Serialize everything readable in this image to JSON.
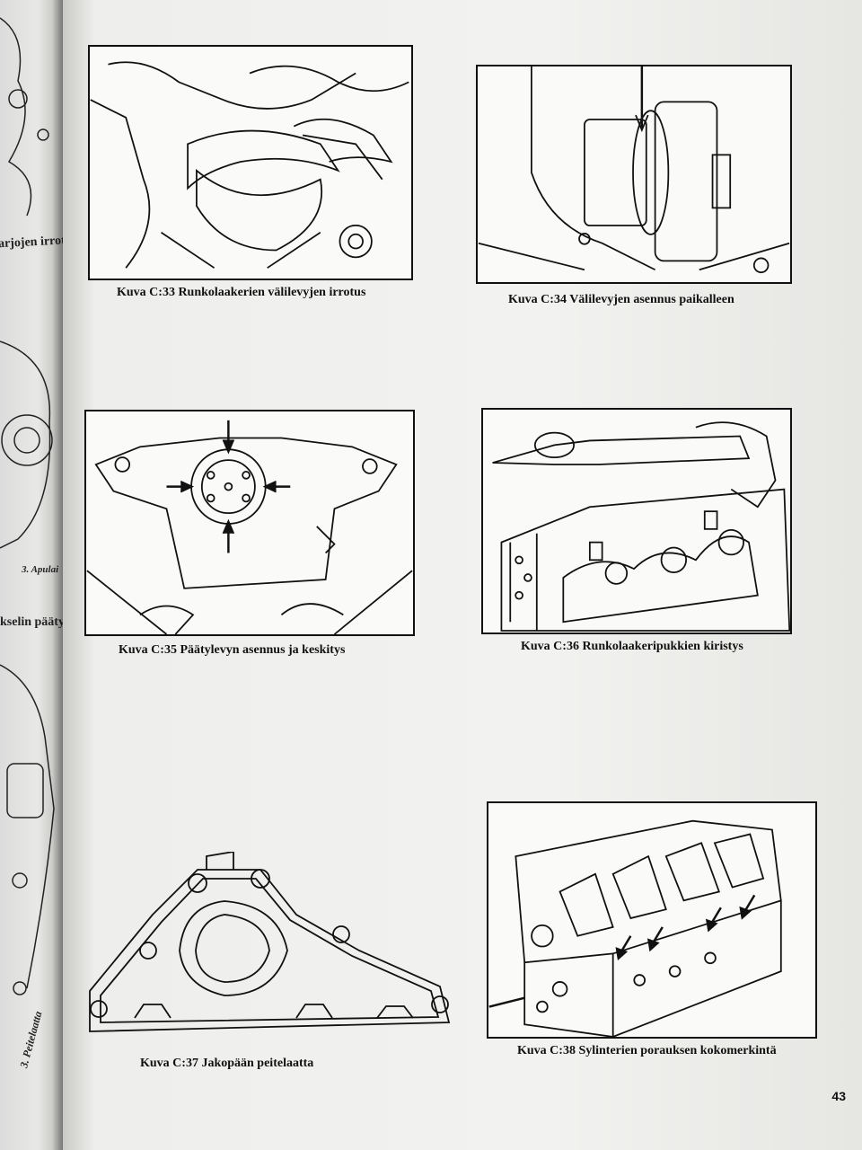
{
  "left_page": {
    "label_1": "arjojen irrotus",
    "label_2": "kselin päätylevy",
    "label_3": "3. Apulai",
    "label_rot": "3. Peitelaatta"
  },
  "figures": [
    {
      "id": "C33",
      "caption": "Kuva C:33  Runkolaakerien välilevyjen irrotus"
    },
    {
      "id": "C34",
      "caption": "Kuva C:34  Välilevyjen asennus paikalleen"
    },
    {
      "id": "C35",
      "caption": "Kuva C:35  Päätylevyn asennus ja keskitys"
    },
    {
      "id": "C36",
      "caption": "Kuva C:36  Runkolaakeripukkien kiristys"
    },
    {
      "id": "C37",
      "caption": "Kuva C:37  Jakopään peitelaatta"
    },
    {
      "id": "C38",
      "caption": "Kuva C:38  Sylinterien porauksen kokomerkintä"
    }
  ],
  "page_number": "43"
}
